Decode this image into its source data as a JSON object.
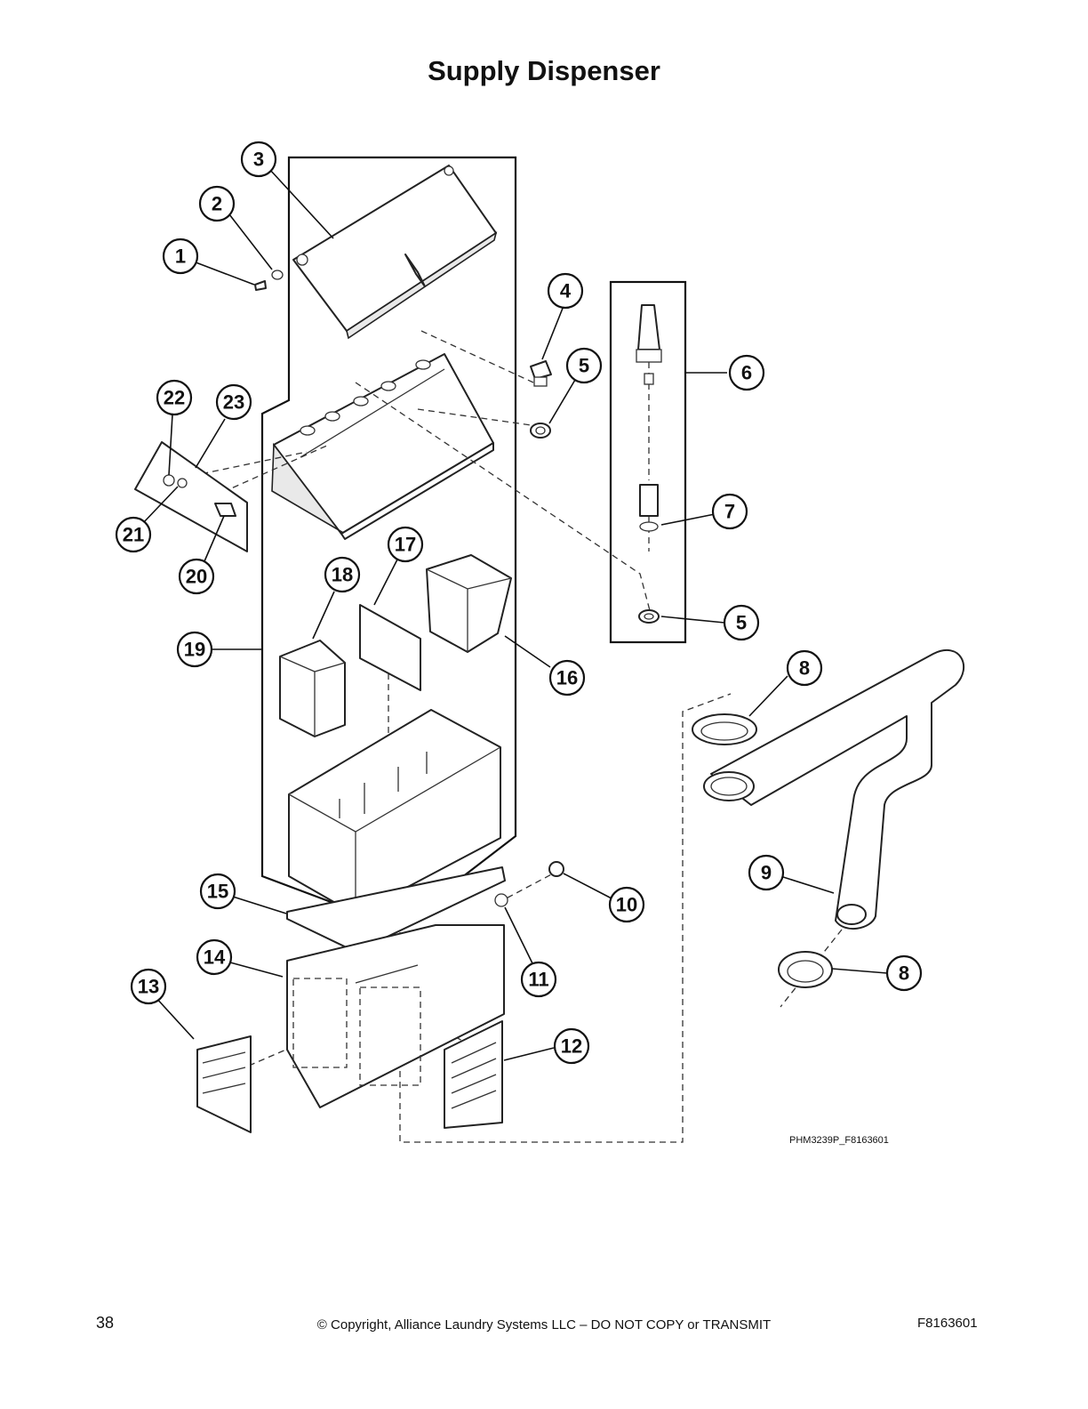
{
  "page": {
    "title": "Supply Dispenser",
    "drawing_id": "PHM3239P_F8163601",
    "page_number": "38",
    "copyright": "© Copyright, Alliance Laundry Systems LLC – DO NOT COPY or TRANSMIT",
    "doc_code": "F8163601"
  },
  "callouts": [
    "1",
    "2",
    "3",
    "4",
    "5",
    "5",
    "6",
    "7",
    "8",
    "8",
    "9",
    "10",
    "11",
    "12",
    "13",
    "14",
    "15",
    "16",
    "17",
    "18",
    "19",
    "20",
    "21",
    "22",
    "23"
  ]
}
